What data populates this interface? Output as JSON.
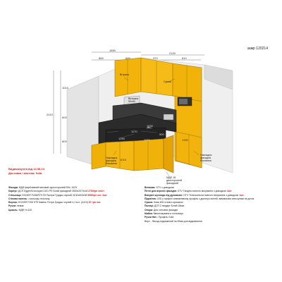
{
  "order_label": "замр 120214",
  "dimensions": {
    "top_total_left": "1890",
    "top_left_a": "865",
    "top_left_b": "665",
    "top_right_a": "370",
    "top_right_b": "810",
    "top_right_total": "2100",
    "height_total": "2410",
    "height_upper": "1010",
    "height_mid": "600",
    "height_lower": "800",
    "counter_1": "1170",
    "counter_2": "1630",
    "counter_3": "1250",
    "counter_4": "1190",
    "counter_5": "500",
    "panel_a": "1390",
    "panel_b": "1015"
  },
  "callouts": {
    "shelf": "Вітрина",
    "dryer": "Сушка",
    "hood": "Витяжка\n50x50",
    "left_filler_line1": "Накладна",
    "left_filler_line2": "фасадна",
    "left_filler_line3": "боковина",
    "right_filler_line1": "Накладна",
    "right_filler_line2": "фасадна",
    "right_filler_line3": "боковина",
    "mdf_panel_line1": "МДФ 18",
    "mdf_panel_line2": "двосторонній",
    "mdf_panel_line3": "фасадний"
  },
  "delivery": {
    "date": "Видача/кухня від 14.08.24",
    "place": "Доставка і монтаж: Київ"
  },
  "specs_left": [
    {
      "k": "Фасади:",
      "v": "МДФ фарбований матовий односторонній RAL 1023",
      "hl": ""
    },
    {
      "k": "Корпус:",
      "v": "ДСП Egger/Kronospan 0101 PE Білий фасадний 2800x2070x18 ",
      "hl": "2785грн /лист"
    },
    {
      "k": "Стільниця:",
      "v": "EGGER F206/ST9 ПЗ Пьєтра Гриджо чорний 4100x600x38 ",
      "hl": "5585грн /шт. 2шт."
    },
    {
      "k": "Стінова панель:",
      "v": "з кольору стільниці",
      "hl": ""
    },
    {
      "k": "Бортик:",
      "v": "EGGER F206 ST9 Камінь П'єтра Гриджо чорний 4,1 м.п. (А110) ",
      "hl": "87 грн /шт."
    },
    {
      "k": "Ручки:",
      "v": "немає",
      "hl": ""
    },
    {
      "k": "Цоколь:",
      "v": "МДФ Н=100",
      "hl": ""
    }
  ],
  "specs_right": [
    {
      "k": "Витяжка:",
      "v": "GTV з доводкою",
      "hl": ""
    },
    {
      "k": "Петлі для верхніх фасадів:",
      "v": "GTV Тандем повного висування з доводкою ",
      "hl": "3шт."
    },
    {
      "k": "Висувні шухляди під духовкою:",
      "v": "GTV Телескопічна повного висування з доводкою ",
      "hl": "1шт."
    },
    {
      "k": "Підсвітка:",
      "v": "LED у профілі алюмінієвому профіль з дисперс.світлій, вимикачем сенсорним на дотик",
      "hl": ""
    },
    {
      "k": "Сушка:",
      "v": "Нова 600 сталь/з кришкою",
      "hl": ""
    },
    {
      "k": "Полиці:",
      "v": "ДСП Стандарт Білий 18мм",
      "hl": ""
    },
    {
      "k": "Опори:",
      "v": "Для стінових фасадів",
      "hl": ""
    },
    {
      "k": "Мийка:",
      "v": "Вмонтовувана в стільницю",
      "hl": ""
    },
    {
      "k": "Ручки Нат.:",
      "v": "Профіль Gola",
      "hl": ""
    },
    {
      "k": "",
      "v": "Верх - Фасад подовжений на 30мм для відкривання",
      "hl": ""
    }
  ]
}
